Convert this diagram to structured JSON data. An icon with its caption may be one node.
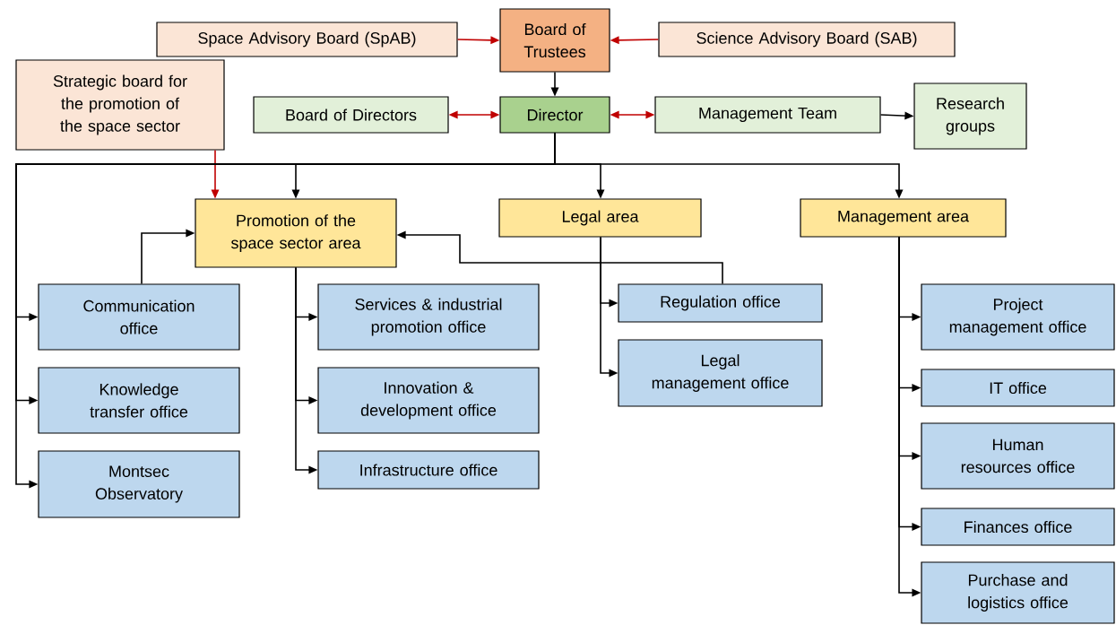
{
  "diagram": {
    "nodes": [
      {
        "text": [
          "Space Advisory Board (SpAB)"
        ]
      },
      {
        "text": [
          "Board of Trustees"
        ]
      },
      {
        "text": [
          "Science Advisory Board (SAB)"
        ]
      },
      {
        "text": [
          "Strategic board for the promotion of the space sector"
        ]
      },
      {
        "text": [
          "Board of Directors"
        ]
      },
      {
        "text": [
          "Director"
        ]
      },
      {
        "text": [
          "Management Team"
        ]
      },
      {
        "text": [
          "Research groups"
        ]
      },
      {
        "text": [
          "Promotion of the space sector area"
        ]
      },
      {
        "text": [
          "Legal area"
        ]
      },
      {
        "text": [
          "Management area"
        ]
      },
      {
        "text": [
          "Communication office"
        ]
      },
      {
        "text": [
          "Knowledge transfer office"
        ]
      },
      {
        "text": [
          "Montsec Observatory"
        ]
      },
      {
        "text": [
          "Services & industrial promotion office"
        ]
      },
      {
        "text": [
          "Innovation & development office"
        ]
      },
      {
        "text": [
          "Infrastructure office"
        ]
      },
      {
        "text": [
          "Regulation office"
        ]
      },
      {
        "text": [
          "Legal management office"
        ]
      },
      {
        "text": [
          "Project management office"
        ]
      },
      {
        "text": [
          "IT office"
        ]
      },
      {
        "text": [
          "Human resources office"
        ]
      },
      {
        "text": [
          "Finances office"
        ]
      },
      {
        "text": [
          "Purchase and logistics office"
        ]
      }
    ],
    "edges": [
      {
        "from": 0,
        "to": 1,
        "arrow": "to",
        "color": "#c00000"
      },
      {
        "from": 2,
        "to": 1,
        "arrow": "to",
        "color": "#c00000"
      },
      {
        "from": 1,
        "to": 5,
        "arrow": "to"
      },
      {
        "from": 5,
        "to": 4,
        "arrow": "both",
        "color": "#c00000"
      },
      {
        "from": 5,
        "to": 6,
        "arrow": "both",
        "color": "#c00000"
      },
      {
        "from": 6,
        "to": 7,
        "arrow": "to"
      },
      {
        "from": 3,
        "to": 8,
        "arrow": "to",
        "color": "#c00000"
      },
      {
        "from": 5,
        "to": 8,
        "arrow": "to"
      },
      {
        "from": 5,
        "to": 9,
        "arrow": "to"
      },
      {
        "from": 5,
        "to": 10,
        "arrow": "to"
      },
      {
        "from": 5,
        "to": 11,
        "arrow": "to"
      },
      {
        "from": 5,
        "to": 12,
        "arrow": "to"
      },
      {
        "from": 5,
        "to": 13,
        "arrow": "to"
      },
      {
        "from": 11,
        "to": 8,
        "arrow": "to"
      },
      {
        "from": 17,
        "to": 8,
        "arrow": "to"
      },
      {
        "from": 8,
        "to": 14,
        "arrow": "to"
      },
      {
        "from": 8,
        "to": 15,
        "arrow": "to"
      },
      {
        "from": 8,
        "to": 16,
        "arrow": "to"
      },
      {
        "from": 9,
        "to": 17,
        "arrow": "to"
      },
      {
        "from": 9,
        "to": 18,
        "arrow": "to"
      },
      {
        "from": 10,
        "to": 19,
        "arrow": "to"
      },
      {
        "from": 10,
        "to": 20,
        "arrow": "to"
      },
      {
        "from": 10,
        "to": 21,
        "arrow": "to"
      },
      {
        "from": 10,
        "to": 22,
        "arrow": "to"
      },
      {
        "from": 10,
        "to": 23,
        "arrow": "to"
      }
    ]
  }
}
